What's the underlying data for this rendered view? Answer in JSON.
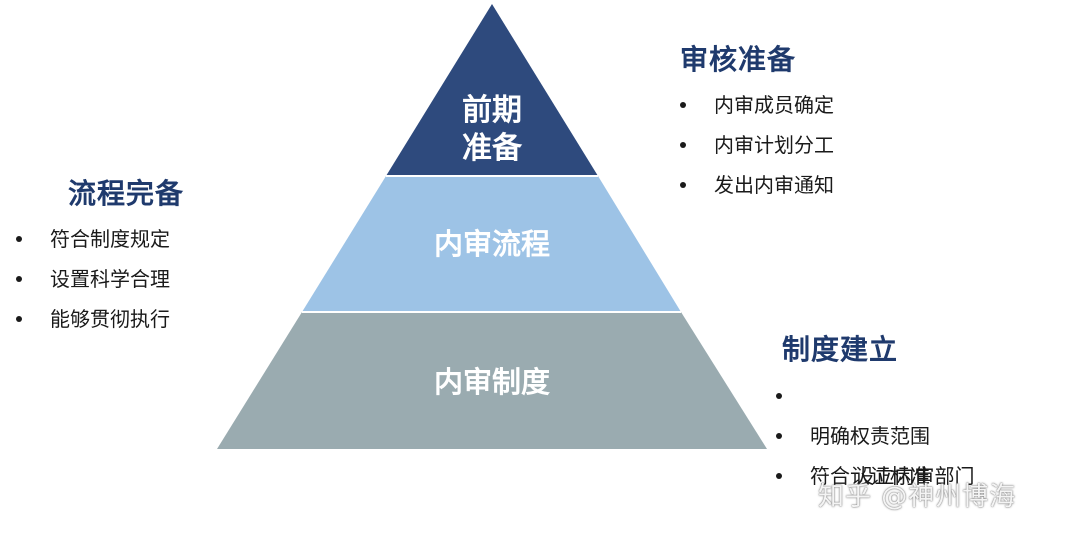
{
  "pyramid": {
    "top_line1": "前期",
    "top_line2": "准备",
    "middle": "内审流程",
    "bottom": "内审制度",
    "colors": {
      "top": "#2e4a7d",
      "middle": "#9dc3e6",
      "bottom": "#9aabb0"
    }
  },
  "left_panel": {
    "title": "流程完备",
    "items": [
      "符合制度规定",
      "设置科学合理",
      "能够贯彻执行"
    ]
  },
  "top_right_panel": {
    "title": "审核准备",
    "items": [
      "内审成员确定",
      "内审计划分工",
      "发出内审通知"
    ]
  },
  "bottom_right_panel": {
    "title": "制度建立",
    "items": [
      " 设立内审部门",
      "明确权责范围",
      "符合认证标准"
    ]
  },
  "watermark": "知乎 @神州博海"
}
